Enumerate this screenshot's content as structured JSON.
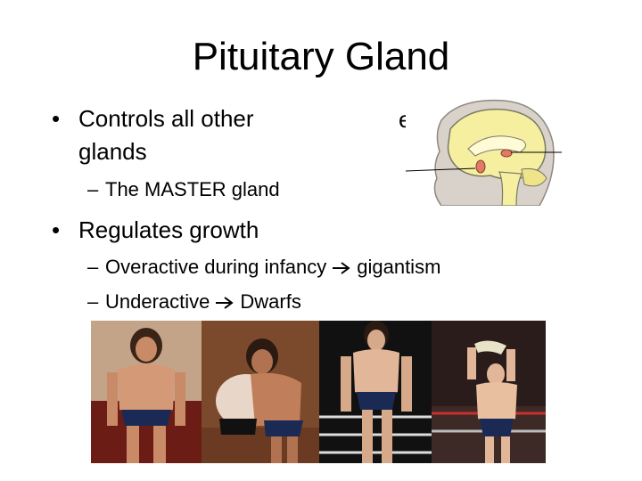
{
  "slide": {
    "title": "Pituitary Gland",
    "bullets": [
      {
        "text_line1": "Controls all other",
        "text_line2": "glands",
        "sub": [
          {
            "text": "The MASTER gland"
          }
        ]
      },
      {
        "text": "Regulates growth",
        "sub": [
          {
            "before": "Overactive during infancy",
            "after": "gigantism"
          },
          {
            "before": "Underactive",
            "after": "Dwarfs"
          }
        ]
      }
    ],
    "occluded_char": "e",
    "bullet_glyph": "•",
    "dash_glyph": "–"
  },
  "images": {
    "brain_diagram": "brain-cross-section-pituitary-diagram",
    "photos": [
      "wrestler-standing-photo",
      "wrestlers-grappling-photo",
      "wrestler-in-ring-photo",
      "wrestler-holding-belt-photo"
    ]
  },
  "colors": {
    "brain_fill": "#f6efa0",
    "skull": "#b8b1aa",
    "pituitary": "#e07a66",
    "trunks": "#1b2a55"
  }
}
